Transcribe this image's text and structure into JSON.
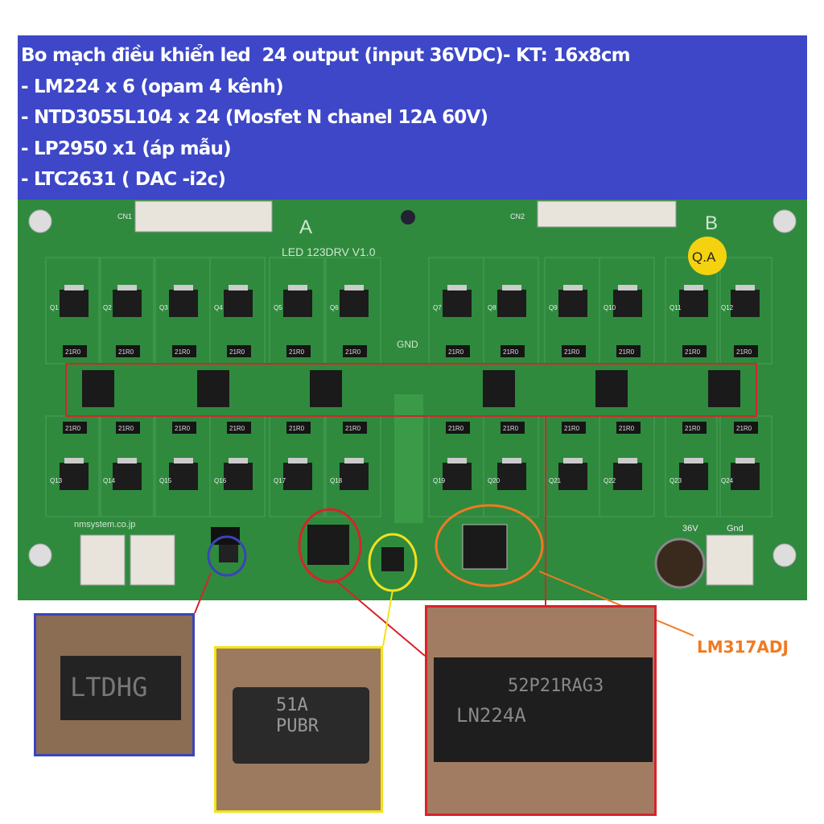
{
  "banner": {
    "lines": [
      "Bo mạch điều khiển led  24 output (input 36VDC)- KT: 16x8cm",
      "- LM224 x 6 (opam 4 kênh)",
      "- NTD3055L104 x 24 (Mosfet N chanel 12A 60V)",
      "- LP2950 x1 (áp mẫu)",
      "- LTC2631 ( DAC -i2c)"
    ],
    "background": "#3d47c8"
  },
  "board": {
    "silk_title": "LED 123DRV  V1.0",
    "section_a": "A",
    "section_b": "B",
    "qa_sticker": "Q.A",
    "gnd": "GND",
    "vendor": "nmsystem.co.jp",
    "cn1": "CN1",
    "cn2": "CN2",
    "power_label": "36V",
    "gnd_label": "Gnd",
    "resistor_marking": "21R0",
    "mosfets_top": [
      "Q1",
      "Q2",
      "Q3",
      "Q4",
      "Q5",
      "Q6",
      "Q7",
      "Q8",
      "Q9",
      "Q10",
      "Q11",
      "Q12"
    ],
    "mosfets_bottom": [
      "Q13",
      "Q14",
      "Q15",
      "Q16",
      "Q17",
      "Q18",
      "Q19",
      "Q20",
      "Q21",
      "Q22",
      "Q23",
      "Q24"
    ],
    "pcb_color": "#2f8a3e"
  },
  "insets": {
    "ltc2631": {
      "text": "LTDHG",
      "border": "#3a44b8"
    },
    "lp2950": {
      "text_line1": "51A",
      "text_line2": "PUBR",
      "border": "#f2e21a"
    },
    "lm224": {
      "text_line1": "52P21RAG3",
      "text_line2": "LN224A",
      "border": "#d8232a"
    }
  },
  "callout": {
    "label": "LM317ADJ",
    "color": "#f07a22"
  }
}
